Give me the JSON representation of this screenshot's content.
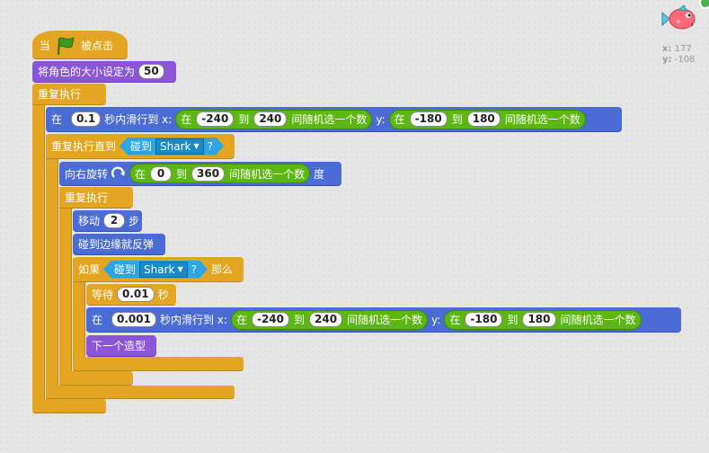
{
  "when_flag_clicked": {
    "prefix": "当",
    "suffix": "被点击"
  },
  "set_size": {
    "label": "将角色的大小设定为",
    "value": "50"
  },
  "forever_1": {
    "label": "重复执行"
  },
  "glide_1": {
    "in": "在",
    "secs": "0.1",
    "glide_label": "秒内滑行到 x:",
    "y_label": "y:",
    "pick_x": {
      "in": "在",
      "from": "-240",
      "to_label": "到",
      "to": "240",
      "suffix": "间随机选一个数"
    },
    "pick_y": {
      "in": "在",
      "from": "-180",
      "to_label": "到",
      "to": "180",
      "suffix": "间随机选一个数"
    }
  },
  "repeat_until": {
    "label": "重复执行直到",
    "touching": "碰到",
    "target": "Shark",
    "q": "?"
  },
  "turn_right": {
    "label": "向右旋转",
    "suffix": "度",
    "pick": {
      "in": "在",
      "from": "0",
      "to_label": "到",
      "to": "360",
      "suffix": "间随机选一个数"
    }
  },
  "forever_2": {
    "label": "重复执行"
  },
  "move": {
    "label": "移动",
    "value": "2",
    "suffix": "步"
  },
  "bounce": {
    "label": "碰到边缘就反弹"
  },
  "if_block": {
    "label": "如果",
    "touching": "碰到",
    "target": "Shark",
    "q": "?",
    "then": "那么"
  },
  "wait": {
    "label": "等待",
    "value": "0.01",
    "suffix": "秒"
  },
  "glide_2": {
    "in": "在",
    "secs": "0.001",
    "glide_label": "秒内滑行到 x:",
    "y_label": "y:",
    "pick_x": {
      "in": "在",
      "from": "-240",
      "to_label": "到",
      "to": "240",
      "suffix": "间随机选一个数"
    },
    "pick_y": {
      "in": "在",
      "from": "-180",
      "to_label": "到",
      "to": "180",
      "suffix": "间随机选一个数"
    }
  },
  "next_costume": {
    "label": "下一个造型"
  },
  "sprite_info": {
    "x_label": "x:",
    "x": "177",
    "y_label": "y:",
    "y": "-108",
    "icon": "fish-sprite-icon"
  },
  "colors": {
    "control": "#e4a622",
    "looks": "#8a55d7",
    "motion": "#4a6cd4",
    "operator": "#5cb712",
    "sensing": "#2ca5e2",
    "flag": "#3f9a1f"
  }
}
